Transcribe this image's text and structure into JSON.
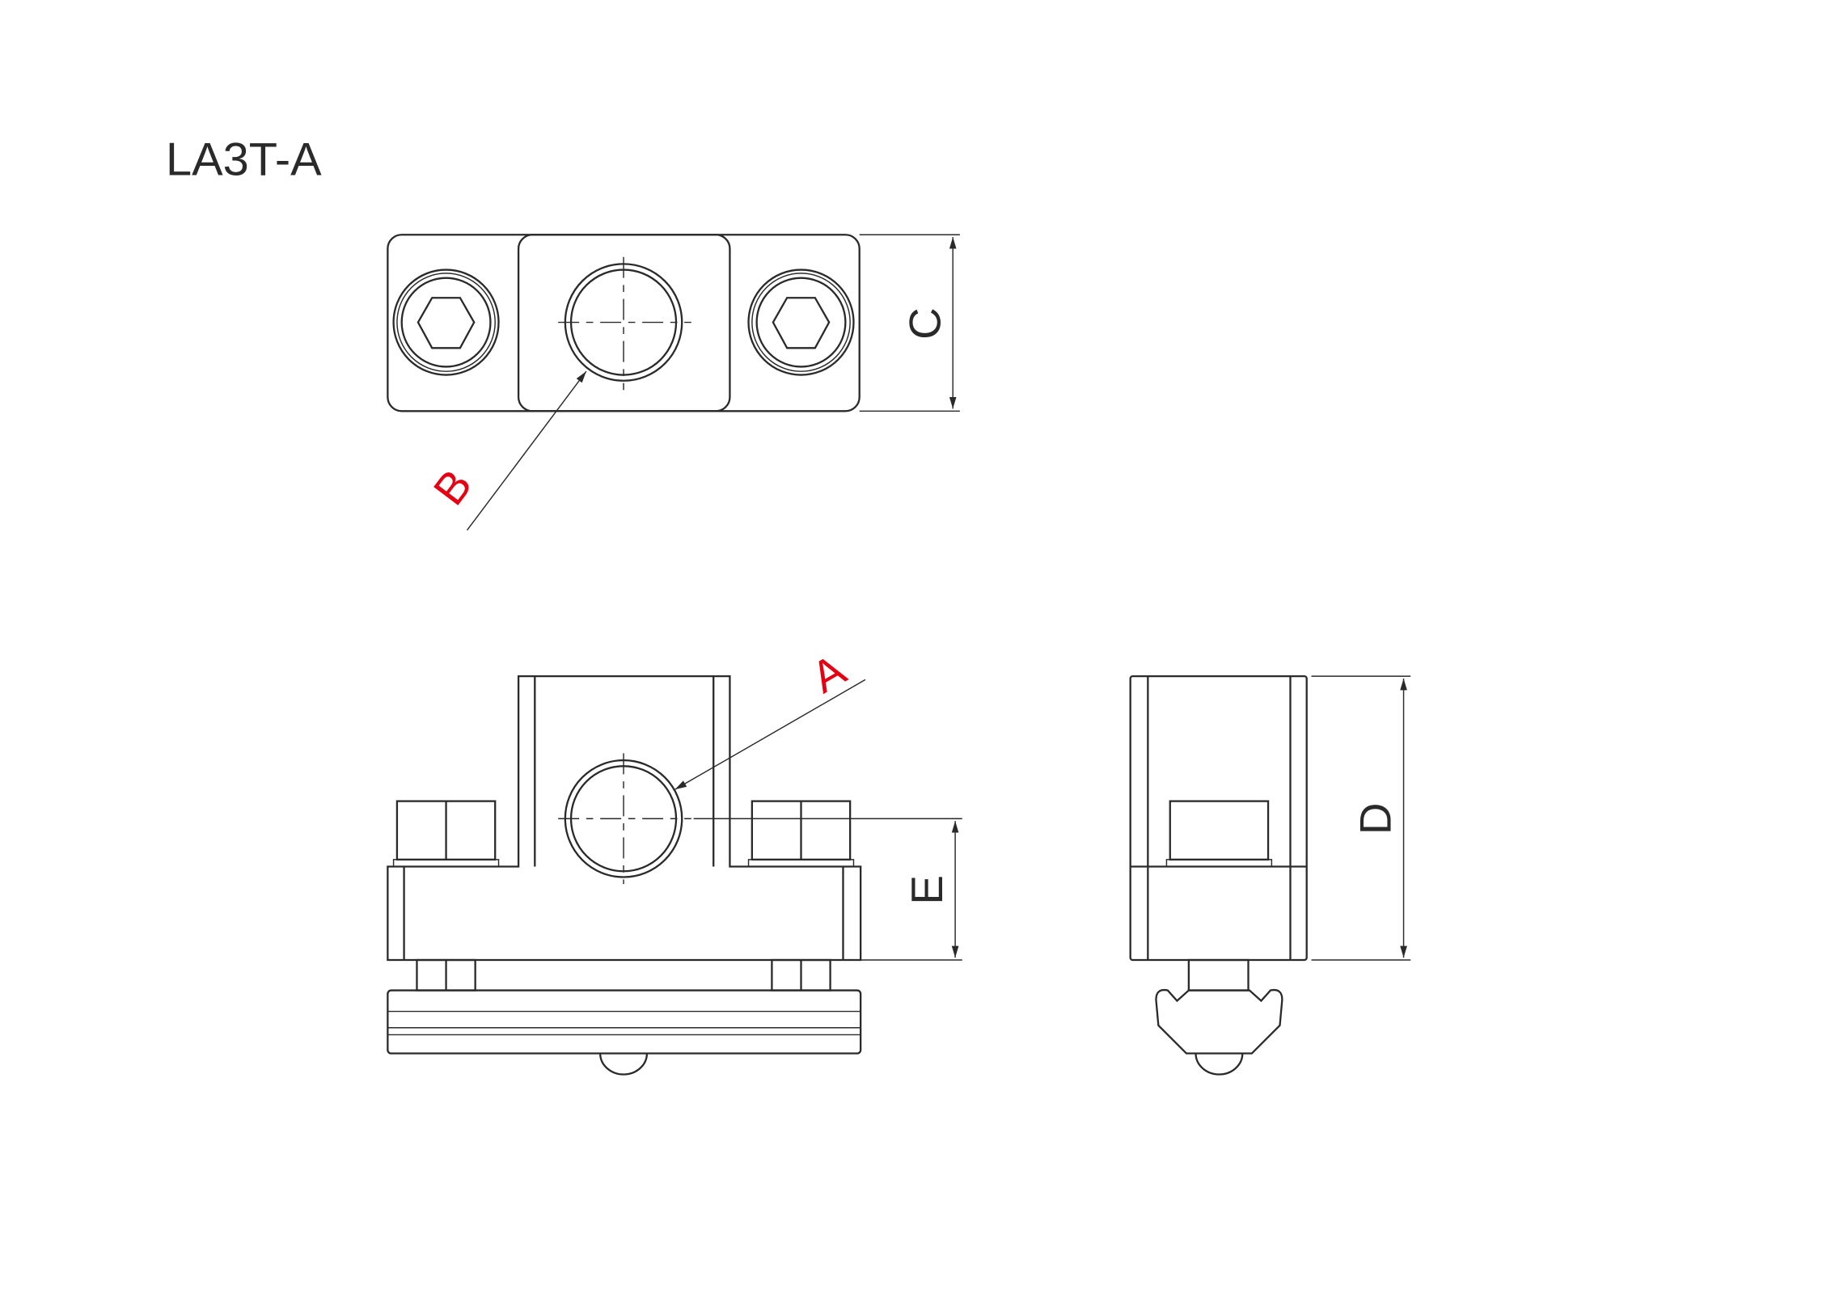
{
  "title": "LA3T-A",
  "labels": {
    "a": "A",
    "b": "B",
    "c": "C",
    "d": "D",
    "e": "E"
  },
  "colors": {
    "line": "#2a2a2a",
    "callout": "#e60012"
  }
}
